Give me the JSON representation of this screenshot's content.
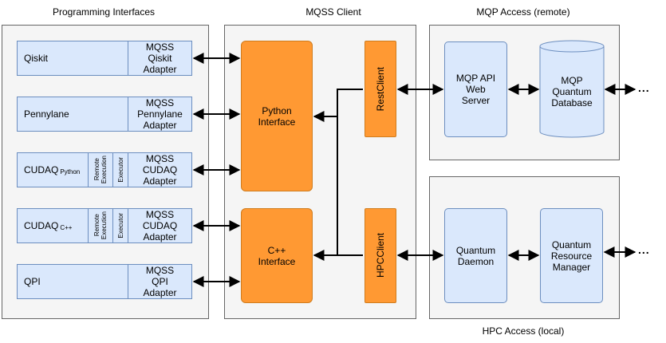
{
  "sections": {
    "programming_interfaces": "Programming Interfaces",
    "mqss_client": "MQSS Client",
    "mqp_access": "MQP Access (remote)",
    "hpc_access": "HPC Access (local)"
  },
  "interfaces": {
    "qiskit": {
      "name": "Qiskit",
      "adapter": "MQSS\nQiskit\nAdapter"
    },
    "pennylane": {
      "name": "Pennylane",
      "adapter": "MQSS\nPennylane\nAdapter"
    },
    "cudaq_python": {
      "name": "CUDAQ",
      "sub": "Python",
      "remote_execution": "Remote\nExecution",
      "executor": "Executor",
      "adapter": "MQSS\nCUDAQ\nAdapter"
    },
    "cudaq_cpp": {
      "name": "CUDAQ",
      "sub": "C++",
      "remote_execution": "Remote\nExecution",
      "executor": "Executor",
      "adapter": "MQSS\nCUDAQ\nAdapter"
    },
    "qpi": {
      "name": "QPI",
      "adapter": "MQSS\nQPI\nAdapter"
    }
  },
  "client": {
    "python_interface": "Python\nInterface",
    "cpp_interface": "C++\nInterface",
    "rest_client": "RestClient",
    "hpc_client": "HPCClient"
  },
  "mqp": {
    "api_server": "MQP API\nWeb\nServer",
    "database": "MQP\nQuantum\nDatabase",
    "continuation": "..."
  },
  "hpc": {
    "daemon": "Quantum\nDaemon",
    "resource_manager": "Quantum\nResource\nManager",
    "continuation": "..."
  },
  "colors": {
    "blue_fill": "#dae8fc",
    "blue_stroke": "#6c8ebf",
    "orange_fill": "#ff9933",
    "panel_fill": "#f5f5f5"
  }
}
